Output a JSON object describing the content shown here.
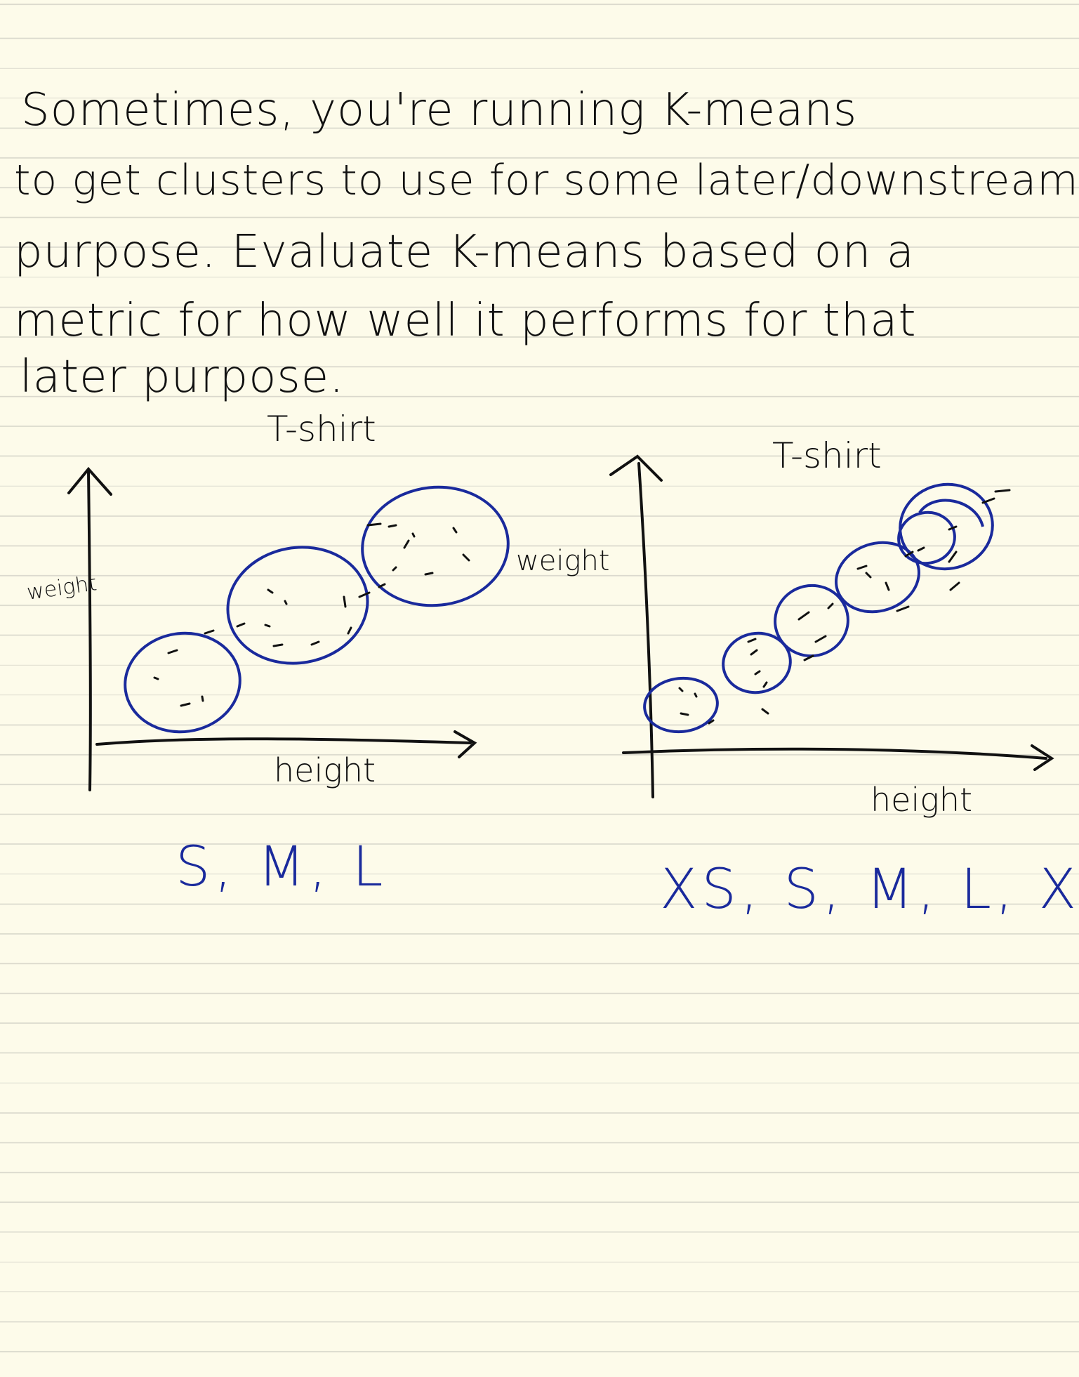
{
  "note": {
    "paragraph": [
      "Sometimes, you're running K-means",
      "to get clusters to use for some later/downstream",
      "purpose. Evaluate K-means based on a",
      "metric for how well it performs for that",
      "later purpose."
    ]
  },
  "left_sketch": {
    "title": "T-shirt",
    "y_label": "weight",
    "x_label": "height",
    "sizes": "S, M, L"
  },
  "right_sketch": {
    "title": "T-shirt",
    "y_label": "weight",
    "x_label": "height",
    "sizes": "XS, S, M, L, XL"
  },
  "colors": {
    "paper": "#fdfbea",
    "rule_line": "#d9d8cc",
    "ink_black": "#111111",
    "ink_blue": "#1a2a9c"
  }
}
